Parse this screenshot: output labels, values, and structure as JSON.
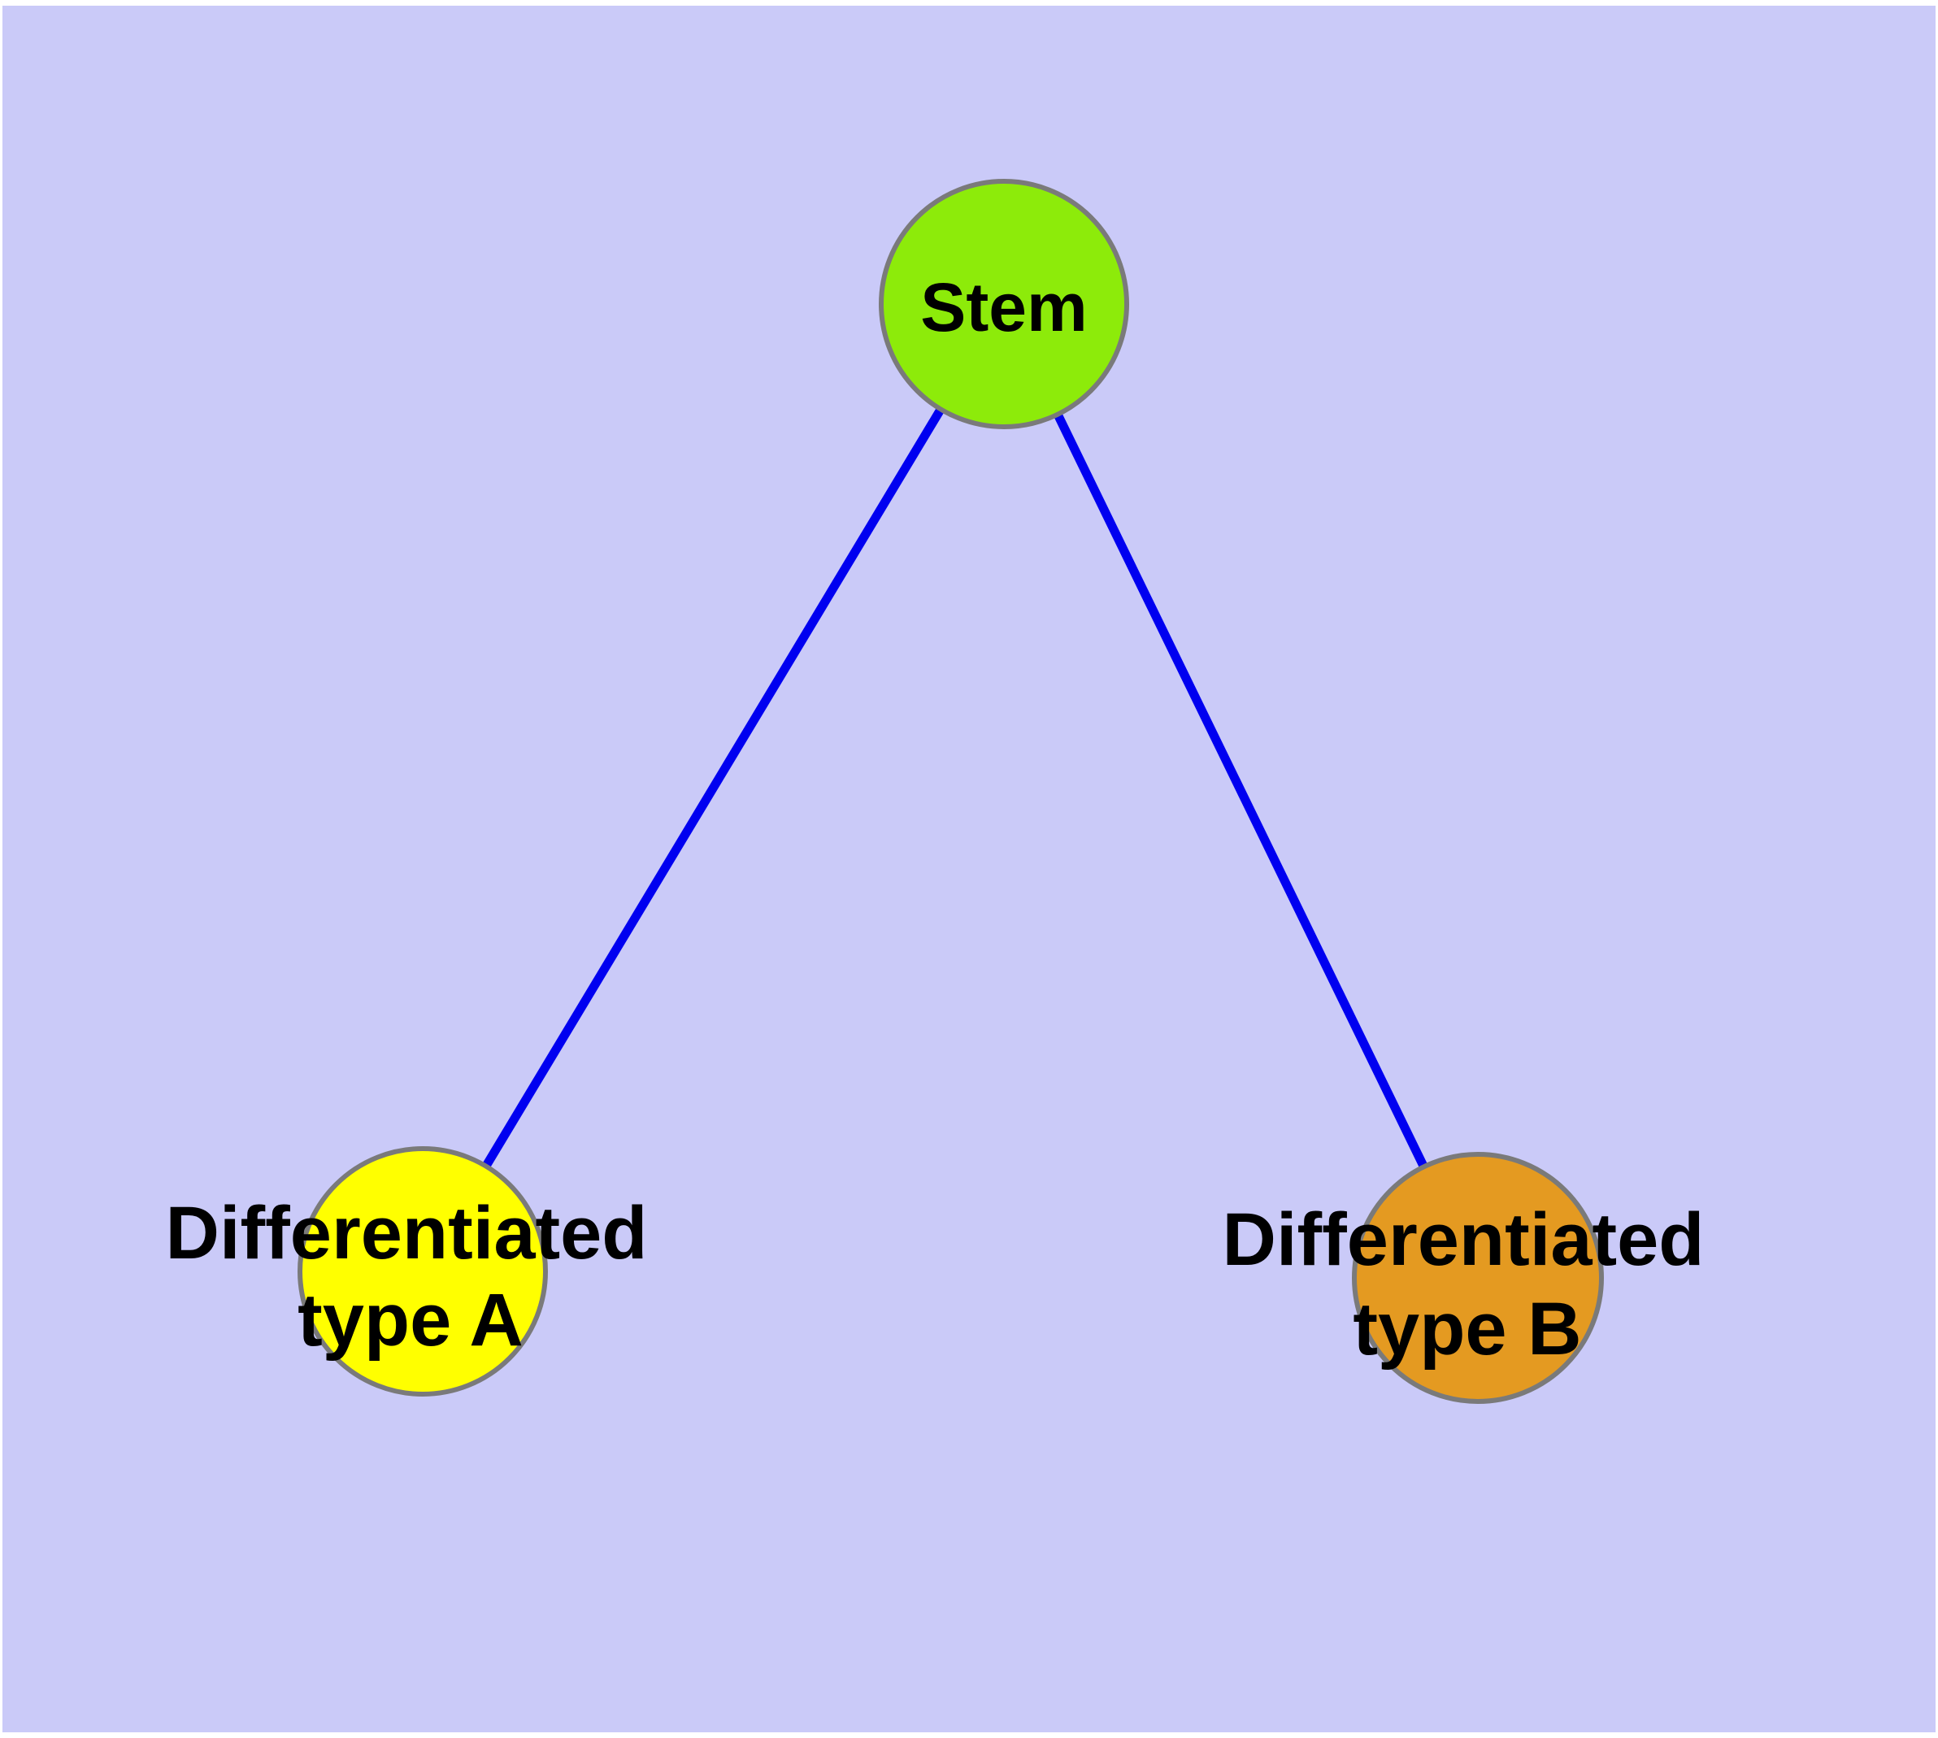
{
  "colors": {
    "page_margin": "#ffffff",
    "background": "#cacaf8",
    "edge": "#0000f0",
    "node_border": "#7a7a7a",
    "label": "#000000"
  },
  "graph": {
    "type": "node-link-diagram",
    "nodes": [
      {
        "id": "stem",
        "label": "Stem",
        "lines": [
          "Stem"
        ],
        "fill": "#8deb0a"
      },
      {
        "id": "differentiated-type-a",
        "label": "Differentiated type A",
        "lines": [
          "Differentiated",
          "type A"
        ],
        "fill": "#ffff00"
      },
      {
        "id": "differentiated-type-b",
        "label": "Differentiated type B",
        "lines": [
          "Differentiated",
          "type B"
        ],
        "fill": "#e49a21"
      }
    ],
    "edges": [
      {
        "source": "stem",
        "target": "differentiated-type-a"
      },
      {
        "source": "stem",
        "target": "differentiated-type-b"
      }
    ]
  }
}
